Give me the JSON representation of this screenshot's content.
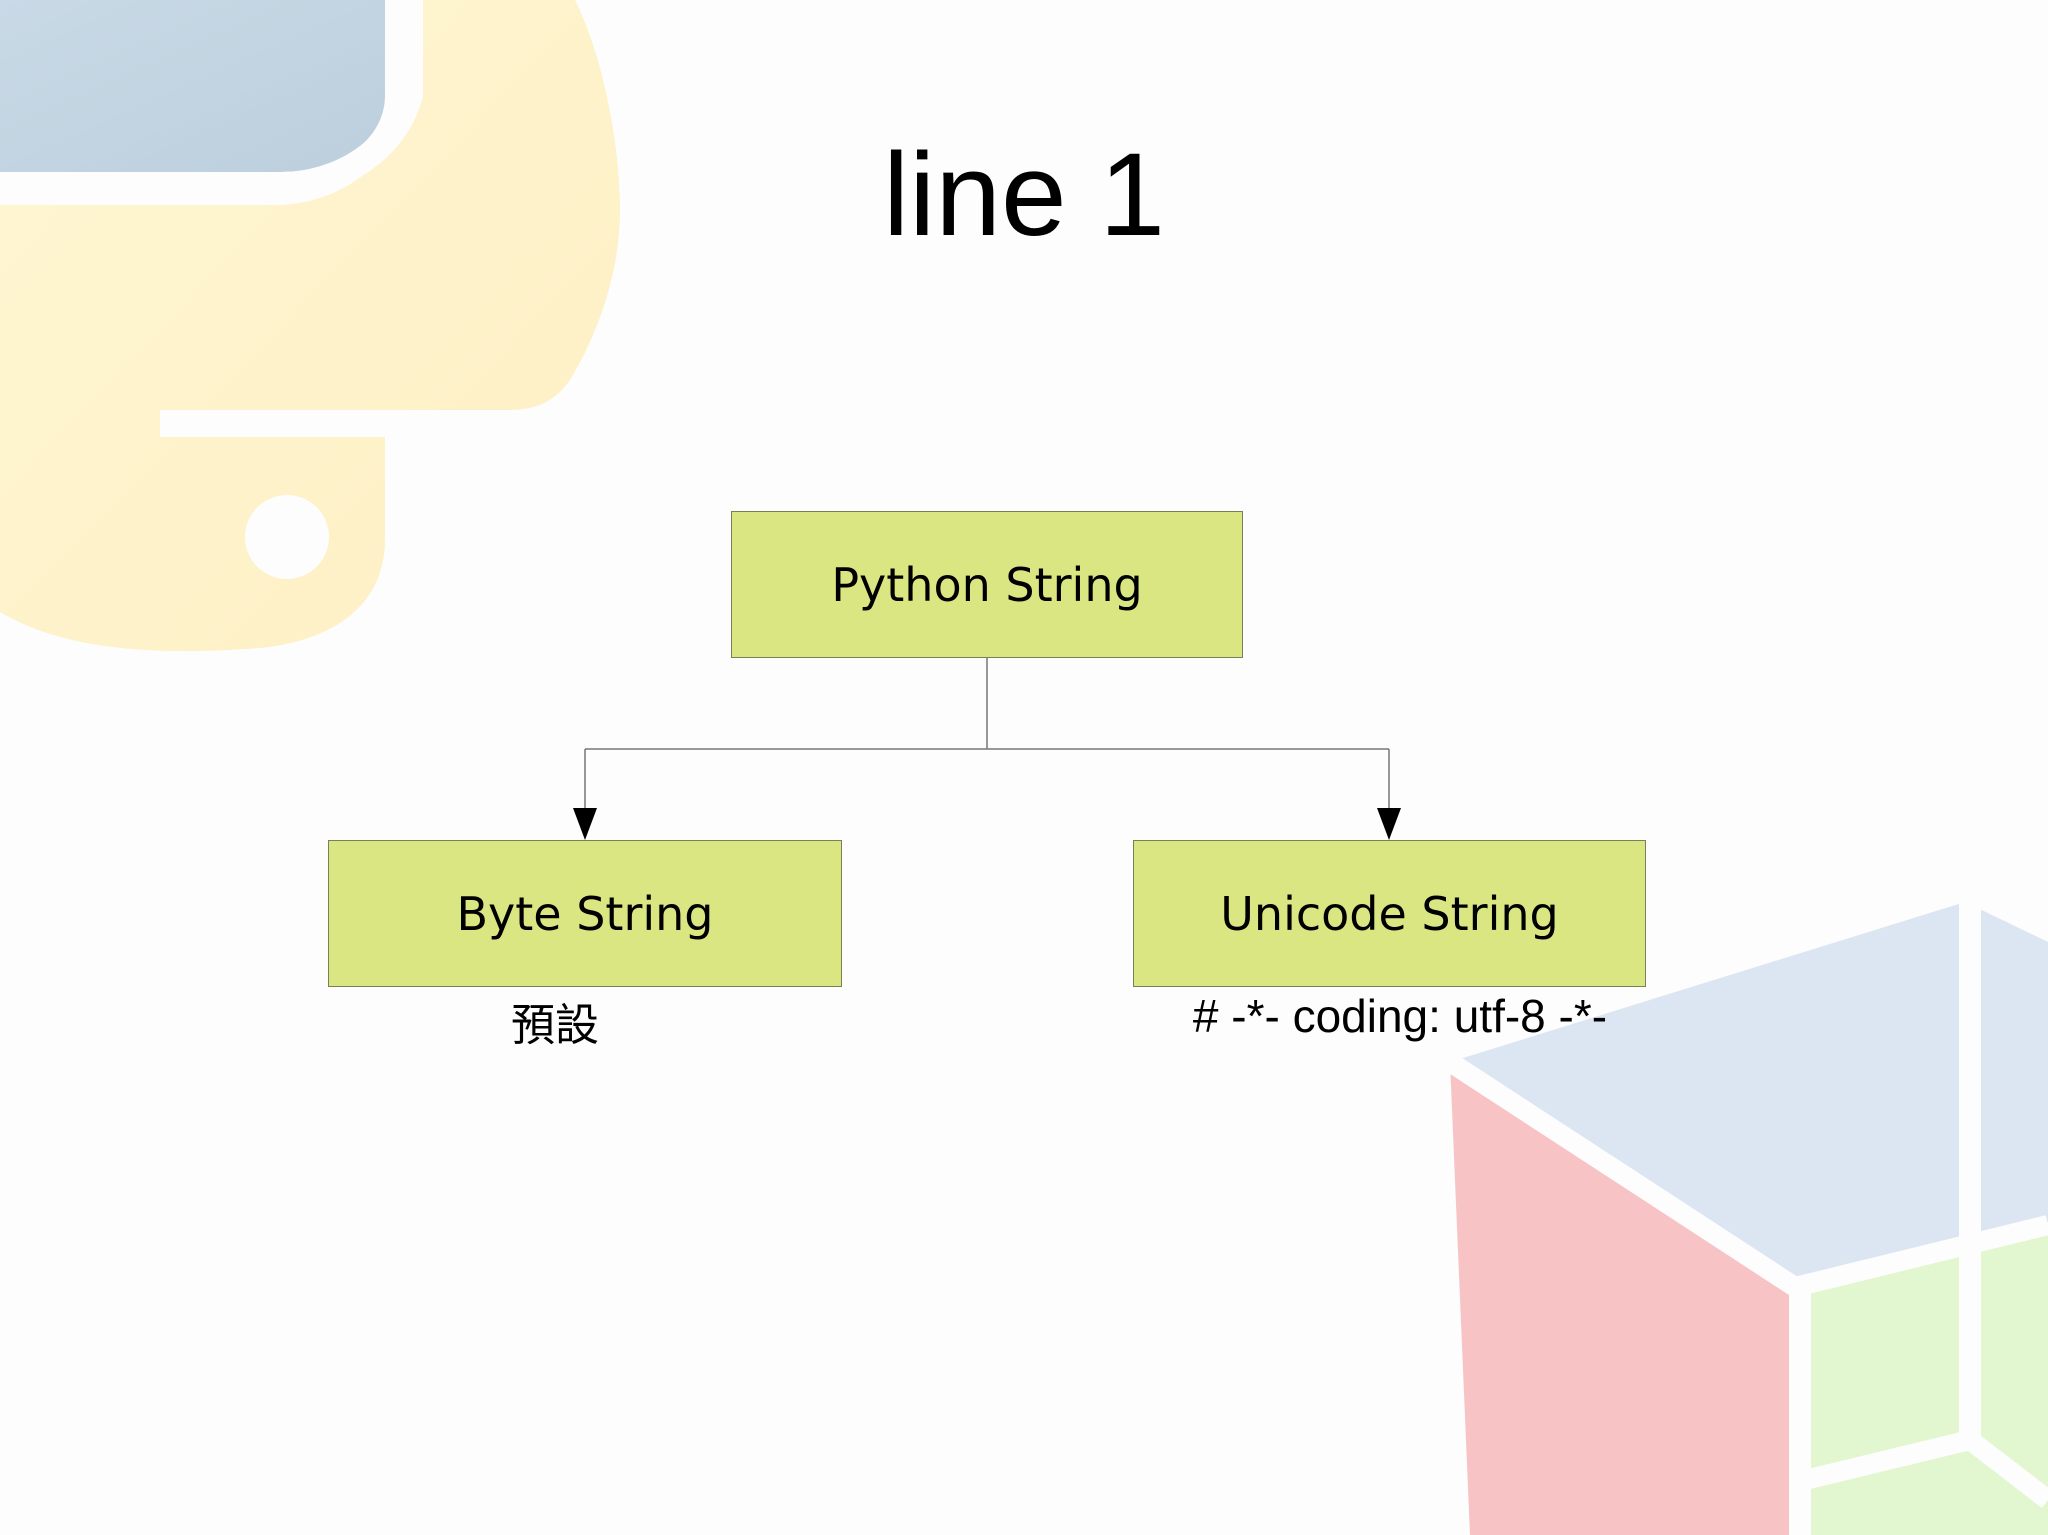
{
  "slide": {
    "title": "line 1"
  },
  "diagram": {
    "root": {
      "label": "Python String"
    },
    "children": [
      {
        "label": "Byte String",
        "note": "預設"
      },
      {
        "label": "Unicode String",
        "note": "# -*- coding: utf-8 -*-"
      }
    ]
  },
  "colors": {
    "box_fill": "#d9e682",
    "box_border": "#7a7f58",
    "connector": "#777777",
    "arrowhead": "#000000",
    "python_logo_blue": "#c3d3e0",
    "python_logo_yellow": "#fff3c8",
    "cube_blue": "#dce6f2",
    "cube_red": "#f7c3c5",
    "cube_green": "#e2f7cf"
  },
  "icons": {
    "background_top_left": "python-logo-icon",
    "background_bottom_right": "cube-icon"
  }
}
